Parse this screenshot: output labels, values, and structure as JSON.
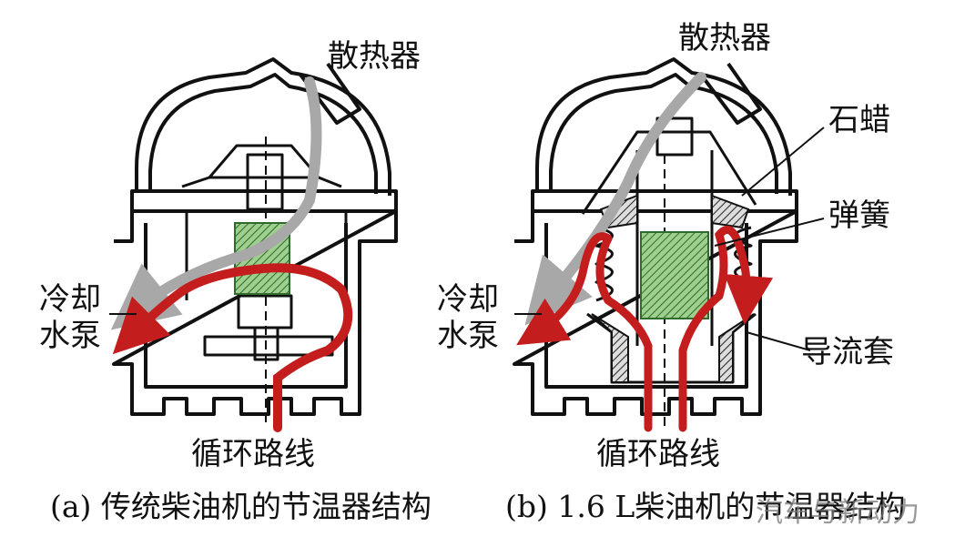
{
  "left": {
    "radiator": "散热器",
    "pump": [
      "冷却",
      "水泵"
    ],
    "circulation": "循环路线",
    "caption": "(a) 传统柴油机的节温器结构"
  },
  "right": {
    "radiator": "散热器",
    "paraffin": "石蜡",
    "spring": "弹簧",
    "pump": [
      "冷却",
      "水泵"
    ],
    "guide": "导流套",
    "circulation": "循环路线",
    "caption": "(b) 1.6 L柴油机的节温器结构"
  },
  "watermark": "汽车与新动力",
  "colors": {
    "flow_hot": "#c41d1d",
    "flow_cold": "#a8a8a8",
    "wax": "#9fcf8e",
    "outline": "#111111"
  }
}
